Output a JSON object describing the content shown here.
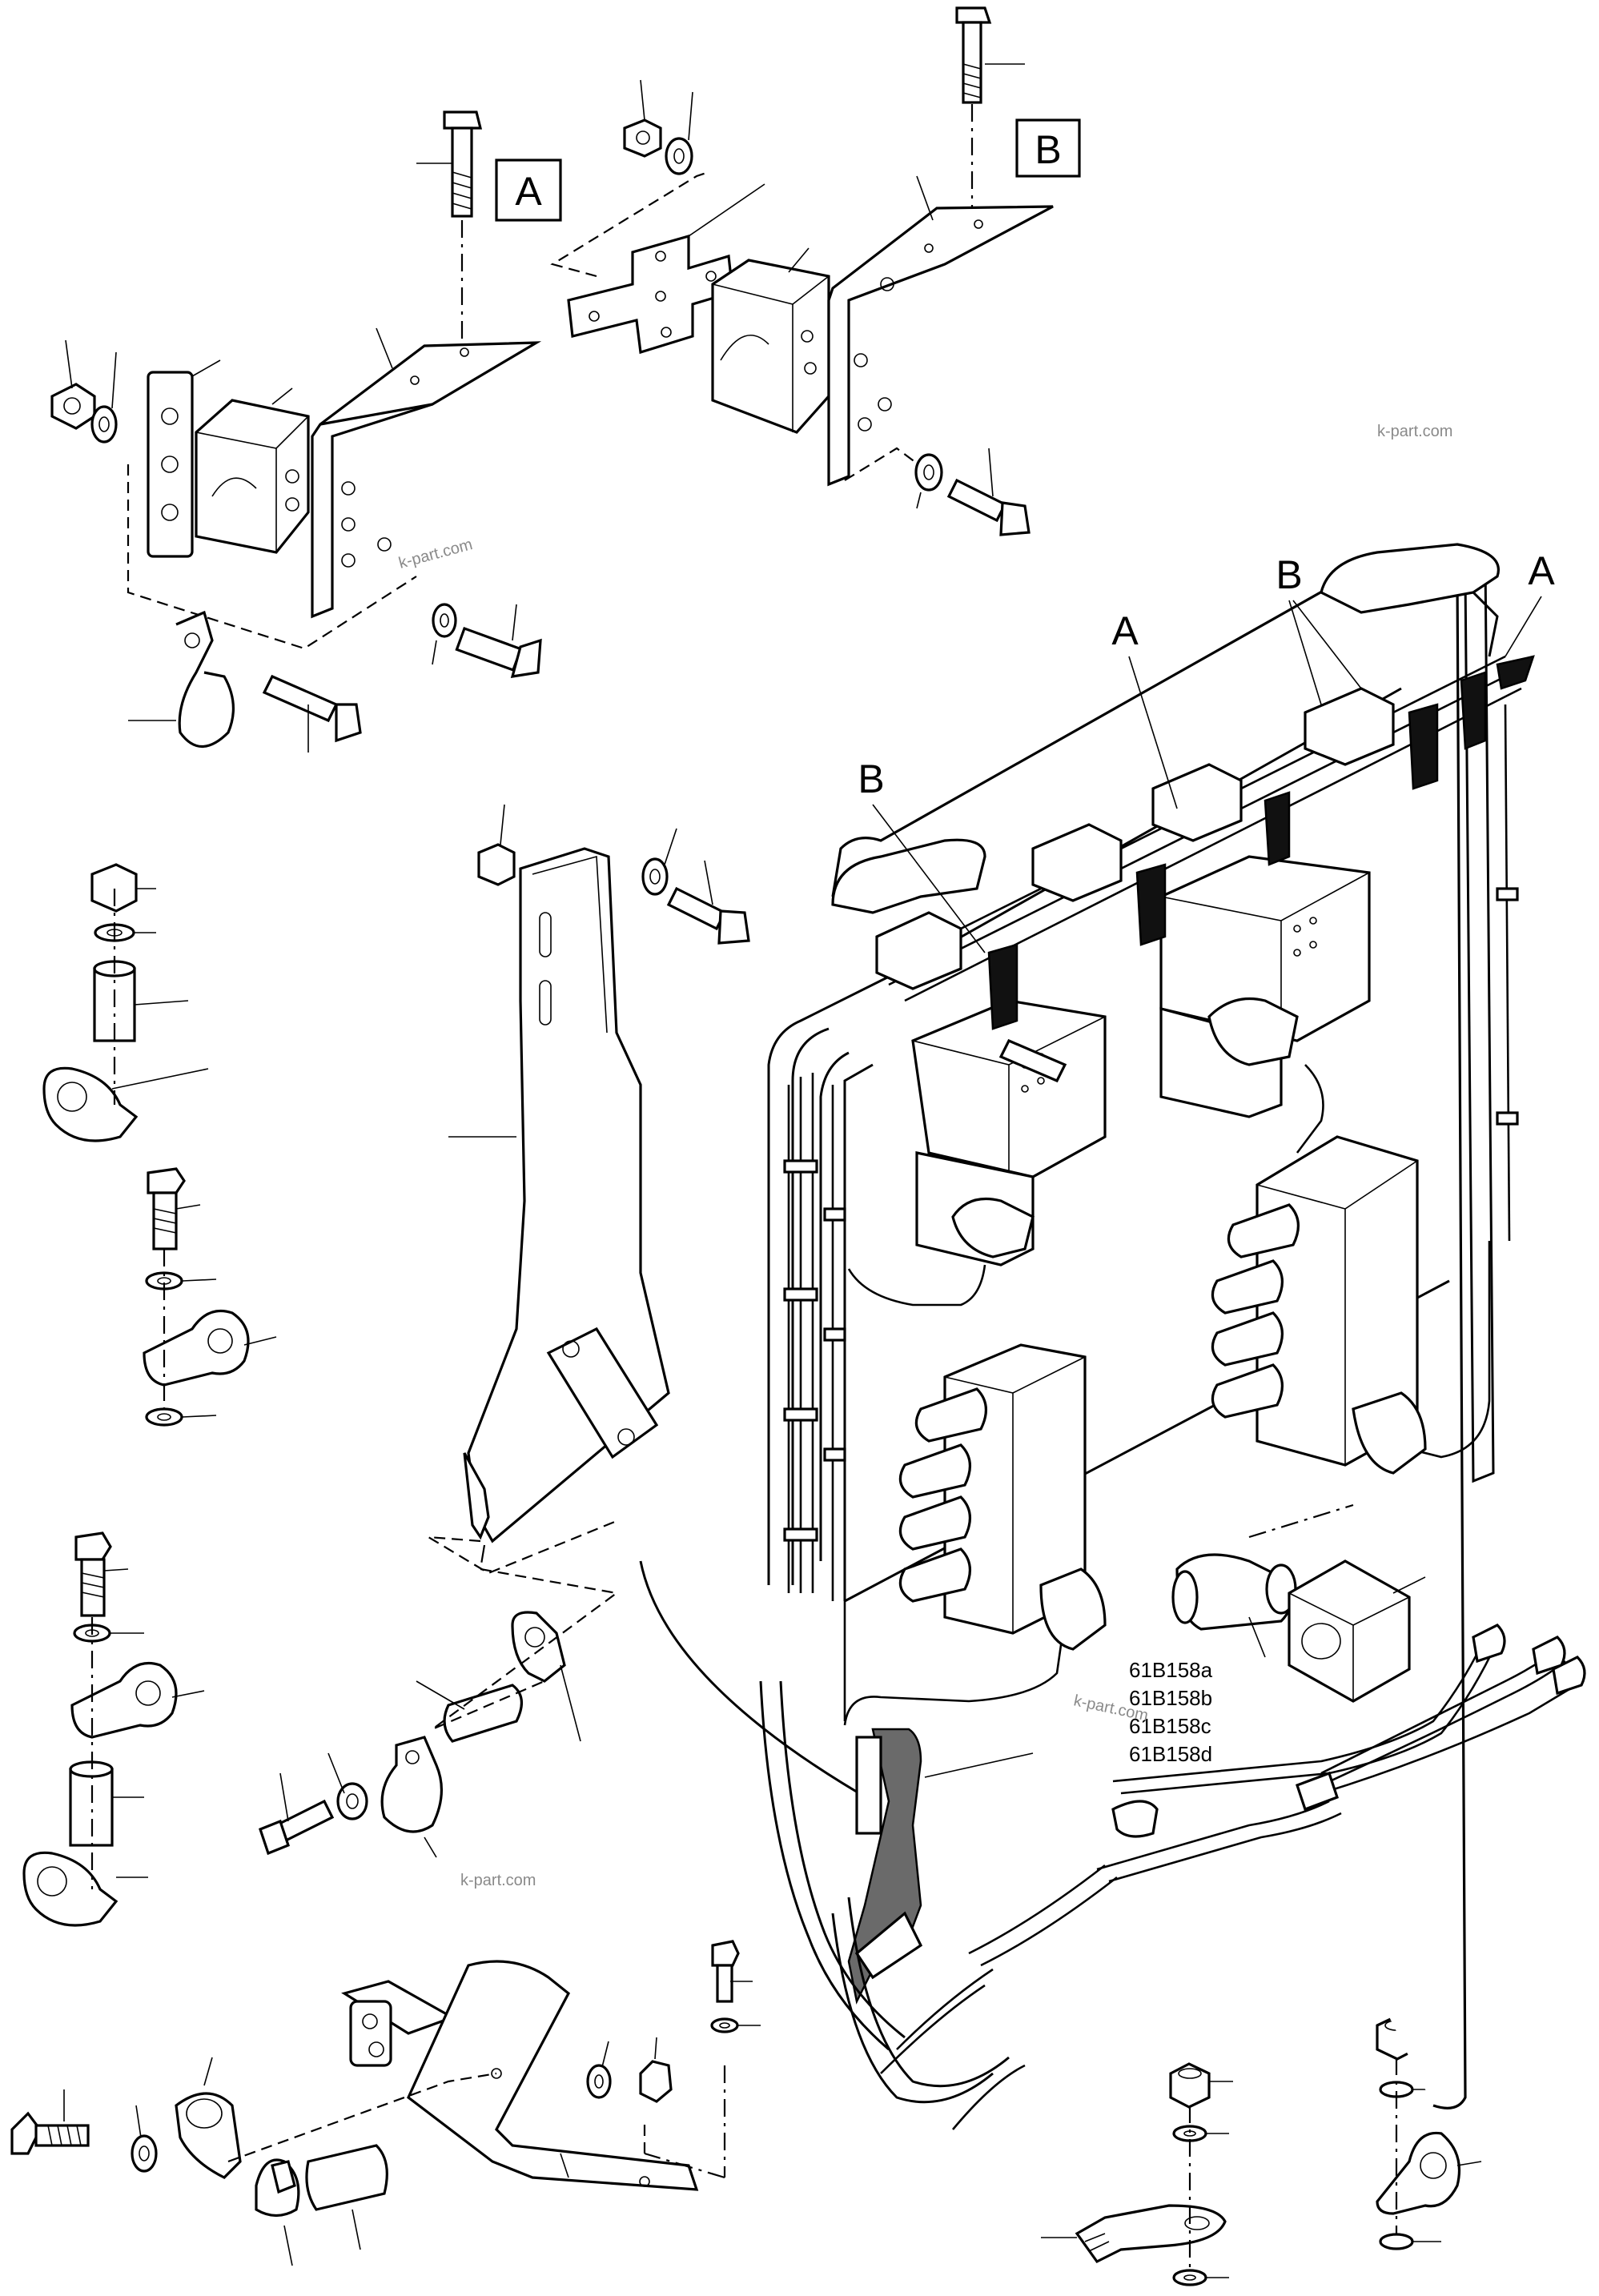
{
  "diagram": {
    "boxed_refs": {
      "a": "A",
      "b": "B"
    },
    "callouts": [
      "A",
      "B",
      "A",
      "B"
    ],
    "part_codes": [
      "61B158a",
      "61B158b",
      "61B158c",
      "61B158d"
    ],
    "watermarks": [
      "k-part.com",
      "k-part.com",
      "k-part.com",
      "k-part.com"
    ]
  },
  "colors": {
    "line": "#000000",
    "background": "#ffffff",
    "watermark": "#8a8a8a",
    "shaded_bracket": "#6a6a6a"
  }
}
